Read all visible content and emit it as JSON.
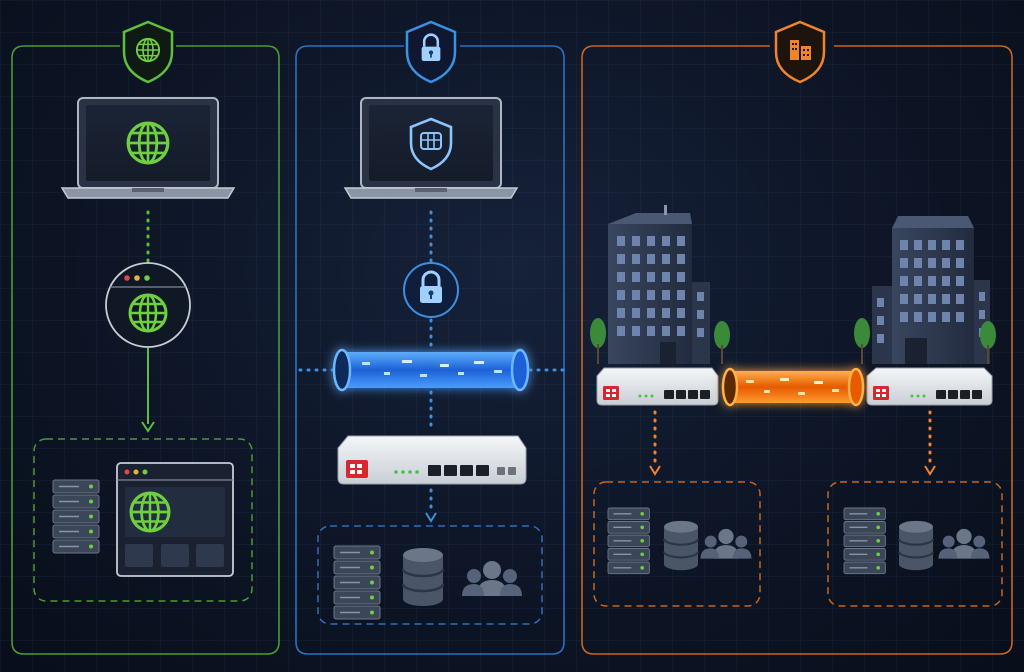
{
  "colors": {
    "background": "#0d1526",
    "panel_public": "#5fbf3c",
    "panel_vpn": "#3d8fe0",
    "panel_site_to_site": "#f0842a",
    "device_red": "#d8262e"
  },
  "panels": [
    {
      "id": "public-internet",
      "badge_icon": "globe-icon",
      "nodes": [
        "laptop-globe-icon",
        "browser-globe-icon",
        "server-rack-icon",
        "web-app-window-icon"
      ]
    },
    {
      "id": "remote-vpn",
      "badge_icon": "lock-icon",
      "nodes": [
        "laptop-shield-icon",
        "lock-icon",
        "encrypted-tunnel",
        "firewall-appliance",
        "server-rack-icon",
        "database-icon",
        "users-icon"
      ]
    },
    {
      "id": "site-to-site",
      "badge_icon": "building-icon",
      "nodes": [
        "office-building-left",
        "office-building-right",
        "firewall-appliance-left",
        "firewall-appliance-right",
        "encrypted-tunnel",
        "server-rack-icon",
        "database-icon",
        "users-icon"
      ]
    }
  ]
}
